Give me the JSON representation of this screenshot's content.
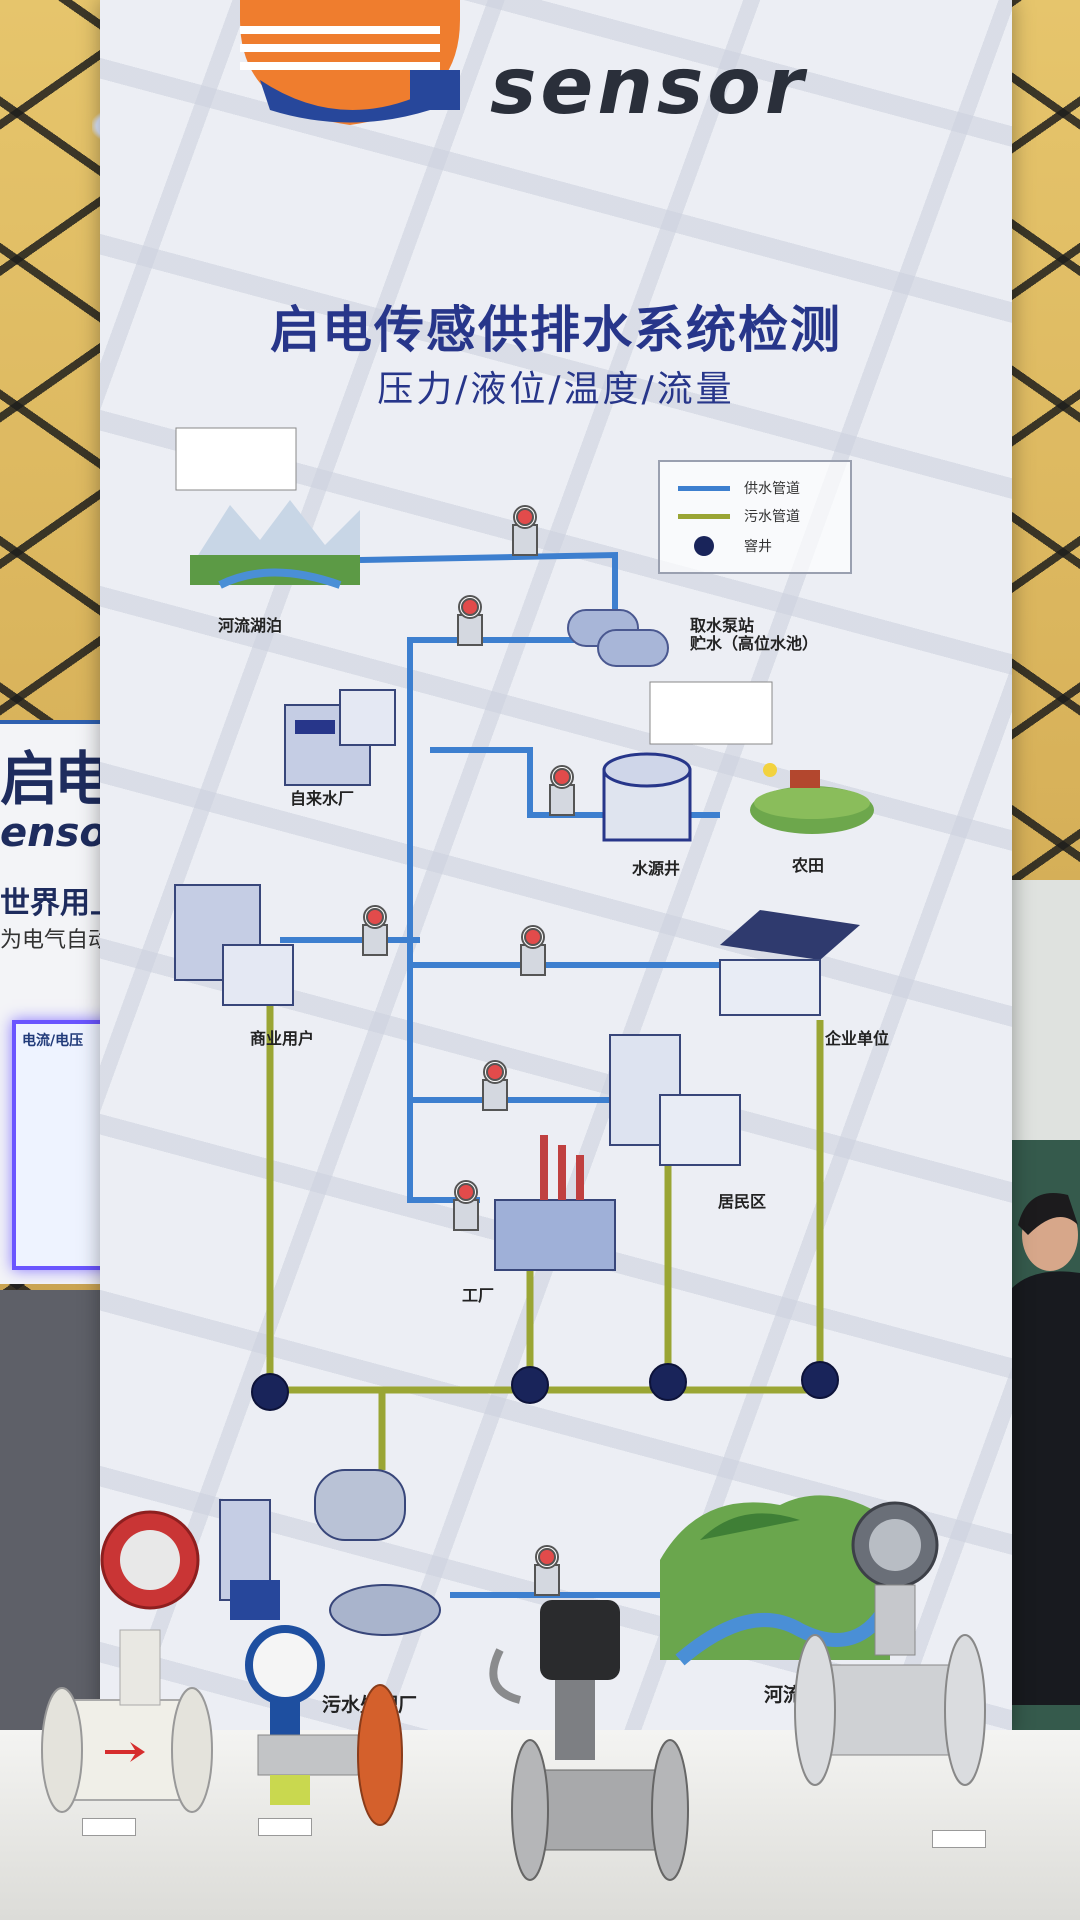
{
  "banner": {
    "logo_en": "sensor",
    "title": "启电传感供排水系统检测",
    "subtitle": "压力/液位/温度/流量",
    "legend": [
      {
        "label": "供水管道",
        "color": "#3d7fcf"
      },
      {
        "label": "污水管道",
        "color": "#9aa534"
      },
      {
        "label": "窨井",
        "color": "#19245a"
      }
    ],
    "nodes": {
      "river_top": "河流湖泊",
      "pump_station": "取水泵站",
      "pump_station_sub": "贮水（高位水池）",
      "water_plant": "自来水厂",
      "well": "水源井",
      "farm": "农田",
      "commercial": "商业用户",
      "enterprise": "企业单位",
      "residential": "居民区",
      "factory": "工厂",
      "sewage_plant": "污水处理厂",
      "river_bottom": "河流湖泊"
    }
  },
  "side_booth": {
    "brand": "启电",
    "brand_en": "ensor",
    "slogan1": "世界用上",
    "slogan2": "为电气自动",
    "screen_title": "电流/电压"
  },
  "colors": {
    "supply_pipe": "#3d7fcf",
    "sewage_pipe": "#9aa534",
    "manhole": "#19245a",
    "title_blue": "#27368a"
  }
}
